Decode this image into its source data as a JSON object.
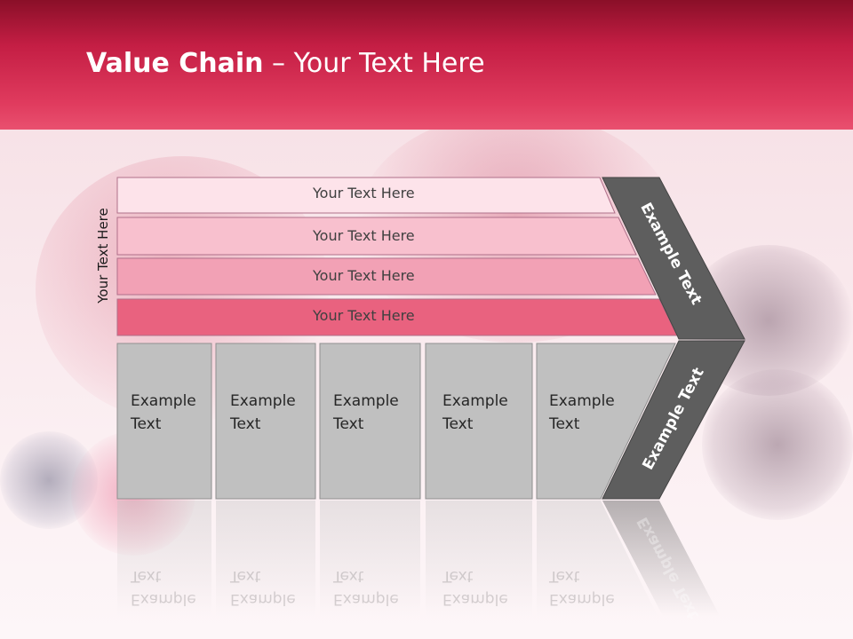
{
  "slide": {
    "title_bold": "Value Chain",
    "title_rest": " – Your Text Here"
  },
  "side_label": "Your Text Here",
  "bands": [
    {
      "label": "Your Text Here",
      "color": "#fde3ea"
    },
    {
      "label": "Your Text Here",
      "color": "#f8c0ce"
    },
    {
      "label": "Your Text Here",
      "color": "#f2a1b5"
    },
    {
      "label": "Your Text Here",
      "color": "#e9627f"
    }
  ],
  "boxes": [
    {
      "line1": "Example",
      "line2": "Text"
    },
    {
      "line1": "Example",
      "line2": "Text"
    },
    {
      "line1": "Example",
      "line2": "Text"
    },
    {
      "line1": "Example",
      "line2": "Text"
    },
    {
      "line1": "Example",
      "line2": "Text"
    }
  ],
  "chevron_upper": "Example Text",
  "chevron_lower": "Example Text",
  "colors": {
    "box_fill": "#c0c0c0",
    "chevron_fill": "#5e5e5e",
    "header": "#c41e44"
  }
}
